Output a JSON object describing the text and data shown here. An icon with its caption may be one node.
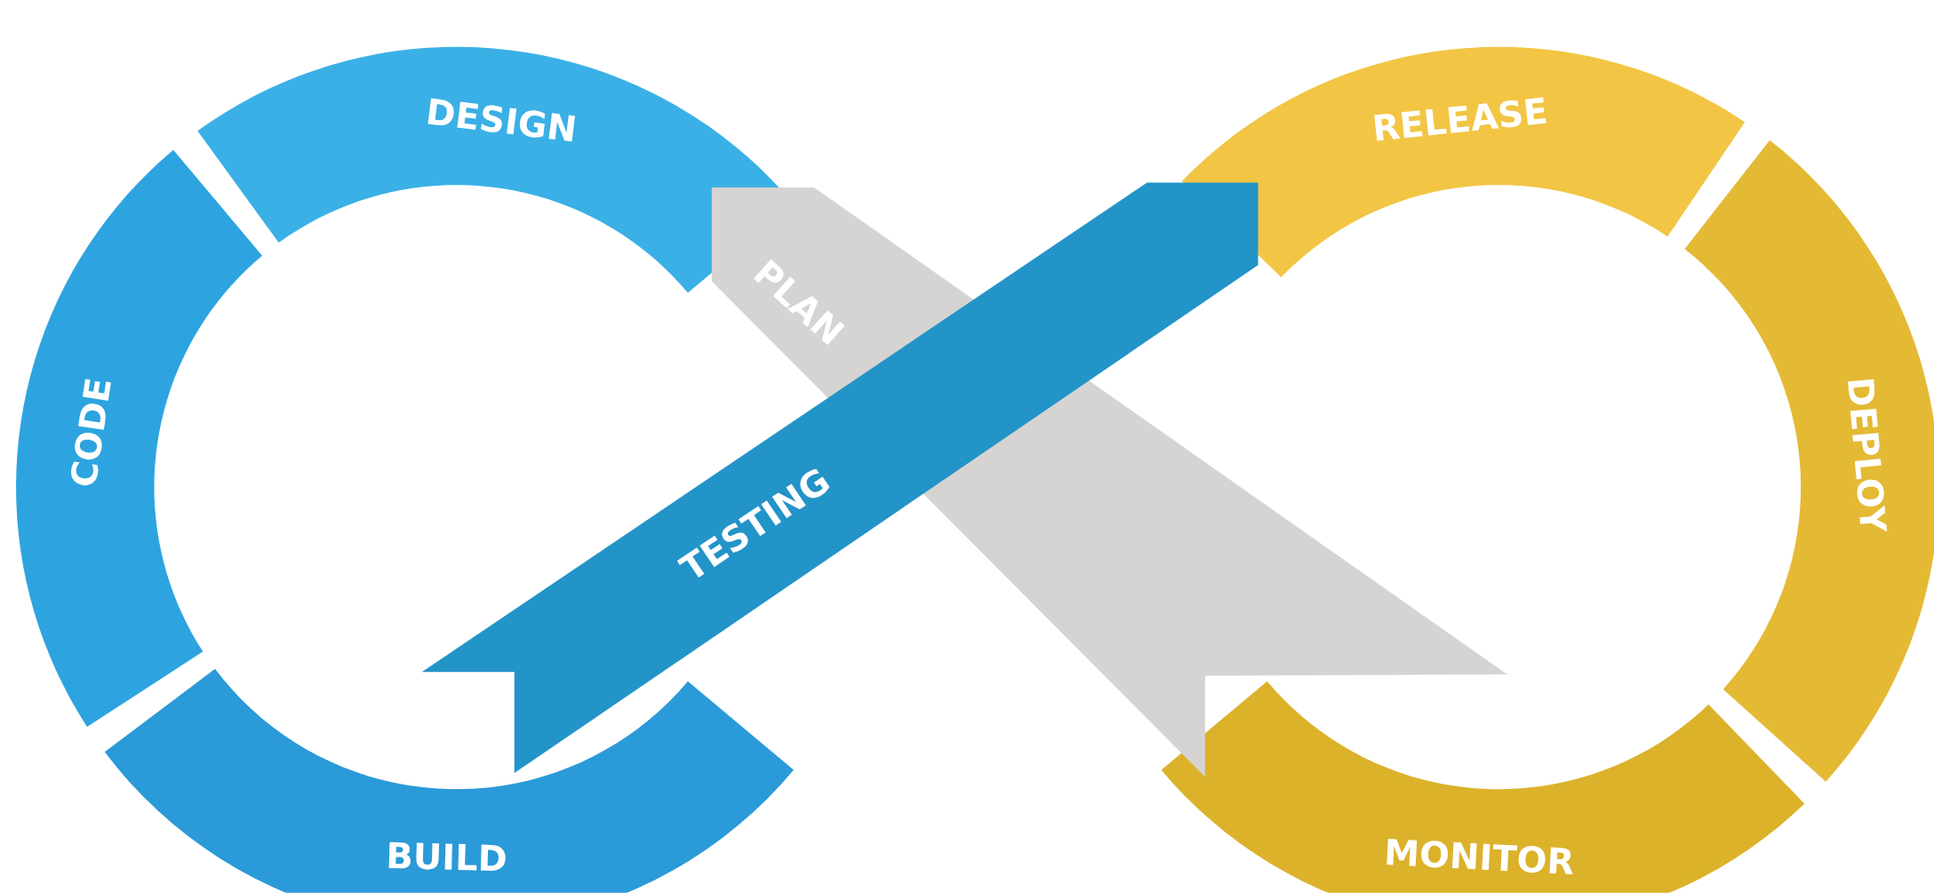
{
  "diagram": {
    "nodes": [
      {
        "text": [
          "DESIGN"
        ]
      },
      {
        "text": [
          "CODE"
        ]
      },
      {
        "text": [
          "BUILD"
        ]
      },
      {
        "text": [
          "PLAN"
        ]
      },
      {
        "text": [
          "TESTING"
        ]
      },
      {
        "text": [
          "RELEASE"
        ]
      },
      {
        "text": [
          "DEPLOY"
        ]
      },
      {
        "text": [
          "MONITOR"
        ]
      }
    ]
  }
}
